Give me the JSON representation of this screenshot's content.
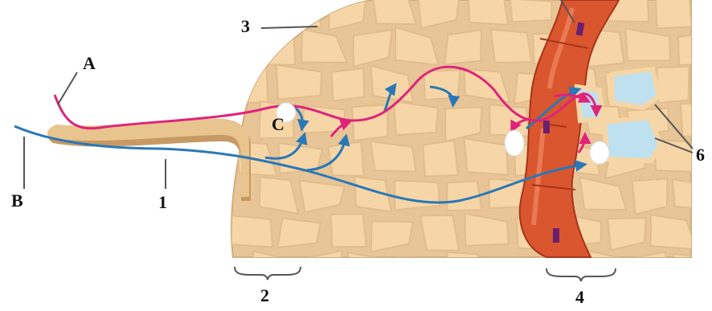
{
  "labels": {
    "A": "A",
    "B": "B",
    "C": "C",
    "n1": "1",
    "n2": "2",
    "n3": "3",
    "n4": "4",
    "n6": "6"
  },
  "colors": {
    "background": "#ffffff",
    "cell_fill": "#f6d6a6",
    "cell_wall": "#e7c597",
    "root_hair": "#e8c48e",
    "root_hair_shadow": "#c79a63",
    "endodermis": "#d9562f",
    "endodermis_dark": "#a8341c",
    "casparian_strip": "#6a1f6e",
    "xylem": "#bfe1ef",
    "symplast_path": "#e0237a",
    "apoplast_path": "#2a78b8",
    "label": "#111111"
  }
}
